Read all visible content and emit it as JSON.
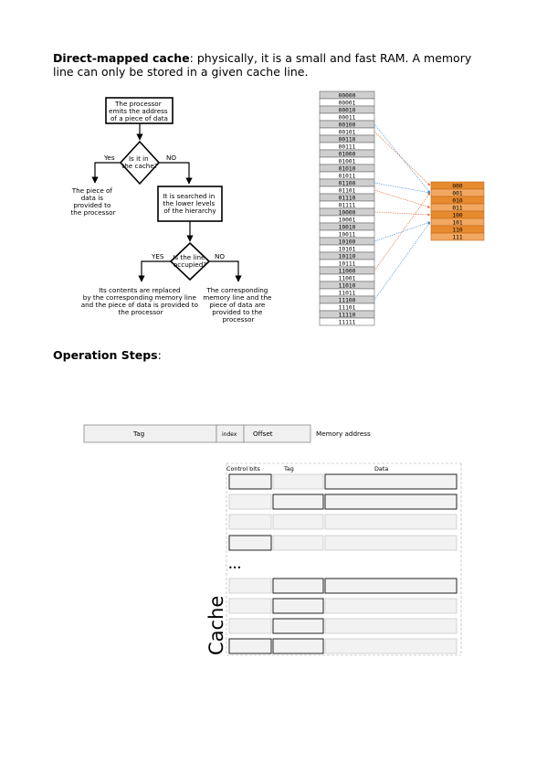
{
  "intro": {
    "title": "Direct-mapped cache",
    "text": ": physically, it is a small and fast RAM. A memory line can only be stored in a given cache line."
  },
  "flowchart": {
    "start": [
      "The processor",
      "emits the address",
      "of a piece of data"
    ],
    "decision1": [
      "Is it in",
      "the cache?"
    ],
    "yes1": "Yes",
    "no1": "NO",
    "provided": [
      "The piece of",
      "data is",
      "provided to",
      "the processor"
    ],
    "search": [
      "It is searched in",
      "the lower levels",
      "of the hierarchy"
    ],
    "decision2": [
      "Is the line",
      "occupied?"
    ],
    "yes2": "YES",
    "no2": "NO",
    "replaced": [
      "Its contents are replaced",
      "by the corresponding memory line",
      "and the piece of data is provided to",
      "the processor"
    ],
    "stored": [
      "The corresponding",
      "memory line and the",
      "piece of data are",
      "provided to the",
      "processor"
    ]
  },
  "memory_lines": [
    "00000",
    "00001",
    "00010",
    "00011",
    "00100",
    "00101",
    "00110",
    "00111",
    "01000",
    "01001",
    "01010",
    "01011",
    "01100",
    "01101",
    "01110",
    "01111",
    "10000",
    "10001",
    "10010",
    "10011",
    "10100",
    "10101",
    "10110",
    "10111",
    "11000",
    "11001",
    "11010",
    "11011",
    "11100",
    "11101",
    "11110",
    "11111"
  ],
  "cache_lines": [
    "000",
    "001",
    "010",
    "011",
    "100",
    "101",
    "110",
    "111"
  ],
  "arrow_colors": {
    "red": "#e0662e",
    "blue": "#3c8fd8",
    "cache_fill": "#f2a860",
    "cache_fill_dark": "#e88a2e",
    "memory_fill": "#cfcfcf"
  },
  "operation": {
    "title": "Operation Steps",
    "suffix": ":"
  },
  "address": {
    "tag": "Tag",
    "index": "index",
    "offset": "Offset",
    "label": "Memory address"
  },
  "cache_table": {
    "col_control": "Control bits",
    "col_tag": "Tag",
    "col_data": "Data",
    "ellipsis": "•••",
    "side_label": "Cache"
  }
}
